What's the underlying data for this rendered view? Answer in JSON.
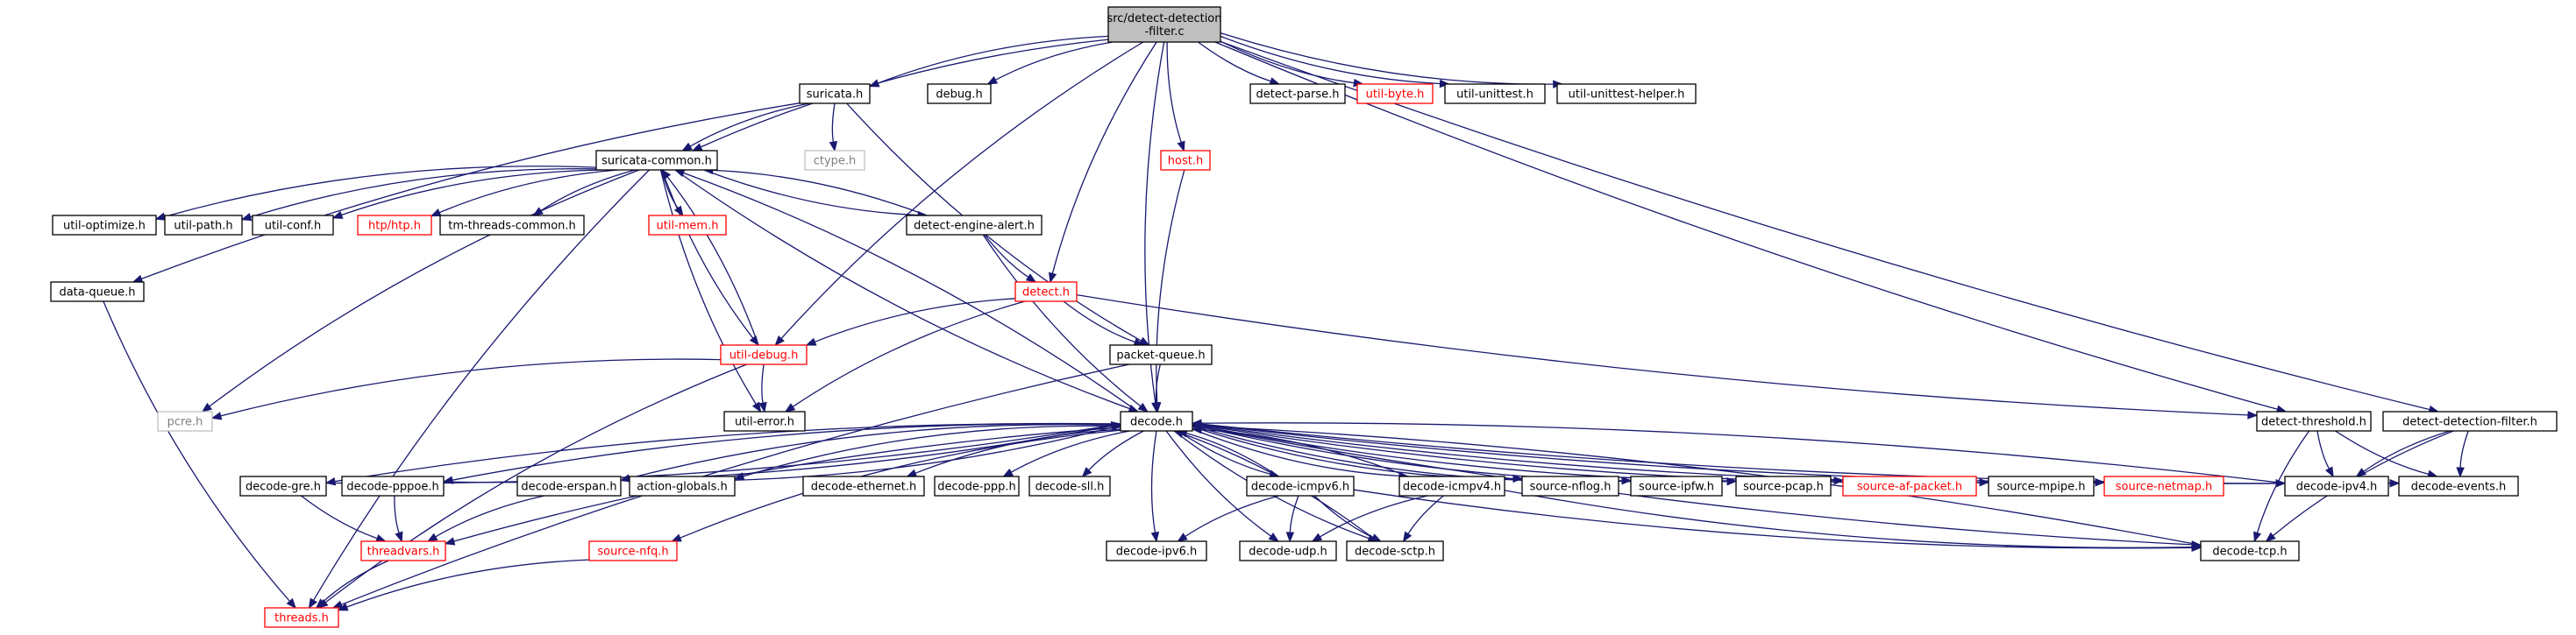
{
  "diagram": {
    "nodes": [
      {
        "id": "root",
        "lines": [
          "src/detect-detection",
          "-filter.c"
        ],
        "style": "root"
      },
      {
        "id": "suricata",
        "lines": [
          "suricata.h"
        ],
        "style": "normal"
      },
      {
        "id": "debug",
        "lines": [
          "debug.h"
        ],
        "style": "normal"
      },
      {
        "id": "detect_parse",
        "lines": [
          "detect-parse.h"
        ],
        "style": "normal"
      },
      {
        "id": "util_byte",
        "lines": [
          "util-byte.h"
        ],
        "style": "red"
      },
      {
        "id": "util_unittest",
        "lines": [
          "util-unittest.h"
        ],
        "style": "normal"
      },
      {
        "id": "util_unittest_helper",
        "lines": [
          "util-unittest-helper.h"
        ],
        "style": "normal"
      },
      {
        "id": "ctype",
        "lines": [
          "ctype.h"
        ],
        "style": "gray"
      },
      {
        "id": "host",
        "lines": [
          "host.h"
        ],
        "style": "red"
      },
      {
        "id": "suricata_common",
        "lines": [
          "suricata-common.h"
        ],
        "style": "normal"
      },
      {
        "id": "util_optimize",
        "lines": [
          "util-optimize.h"
        ],
        "style": "normal"
      },
      {
        "id": "util_path",
        "lines": [
          "util-path.h"
        ],
        "style": "normal"
      },
      {
        "id": "util_conf",
        "lines": [
          "util-conf.h"
        ],
        "style": "normal"
      },
      {
        "id": "htp",
        "lines": [
          "htp/htp.h"
        ],
        "style": "red"
      },
      {
        "id": "tm_threads_common",
        "lines": [
          "tm-threads-common.h"
        ],
        "style": "normal"
      },
      {
        "id": "util_mem",
        "lines": [
          "util-mem.h"
        ],
        "style": "red"
      },
      {
        "id": "detect_engine_alert",
        "lines": [
          "detect-engine-alert.h"
        ],
        "style": "normal"
      },
      {
        "id": "data_queue",
        "lines": [
          "data-queue.h"
        ],
        "style": "normal"
      },
      {
        "id": "detect",
        "lines": [
          "detect.h"
        ],
        "style": "red"
      },
      {
        "id": "util_debug",
        "lines": [
          "util-debug.h"
        ],
        "style": "red"
      },
      {
        "id": "packet_queue",
        "lines": [
          "packet-queue.h"
        ],
        "style": "normal"
      },
      {
        "id": "pcre",
        "lines": [
          "pcre.h"
        ],
        "style": "gray"
      },
      {
        "id": "util_error",
        "lines": [
          "util-error.h"
        ],
        "style": "normal"
      },
      {
        "id": "decode",
        "lines": [
          "decode.h"
        ],
        "style": "normal"
      },
      {
        "id": "detect_threshold",
        "lines": [
          "detect-threshold.h"
        ],
        "style": "normal"
      },
      {
        "id": "detect_detection_filter",
        "lines": [
          "detect-detection-filter.h"
        ],
        "style": "normal"
      },
      {
        "id": "decode_gre",
        "lines": [
          "decode-gre.h"
        ],
        "style": "normal"
      },
      {
        "id": "decode_pppoe",
        "lines": [
          "decode-pppoe.h"
        ],
        "style": "normal"
      },
      {
        "id": "decode_erspan",
        "lines": [
          "decode-erspan.h"
        ],
        "style": "normal"
      },
      {
        "id": "action_globals",
        "lines": [
          "action-globals.h"
        ],
        "style": "normal"
      },
      {
        "id": "decode_ethernet",
        "lines": [
          "decode-ethernet.h"
        ],
        "style": "normal"
      },
      {
        "id": "decode_ppp",
        "lines": [
          "decode-ppp.h"
        ],
        "style": "normal"
      },
      {
        "id": "decode_sll",
        "lines": [
          "decode-sll.h"
        ],
        "style": "normal"
      },
      {
        "id": "decode_icmpv6",
        "lines": [
          "decode-icmpv6.h"
        ],
        "style": "normal"
      },
      {
        "id": "decode_icmpv4",
        "lines": [
          "decode-icmpv4.h"
        ],
        "style": "normal"
      },
      {
        "id": "source_nflog",
        "lines": [
          "source-nflog.h"
        ],
        "style": "normal"
      },
      {
        "id": "source_ipfw",
        "lines": [
          "source-ipfw.h"
        ],
        "style": "normal"
      },
      {
        "id": "source_pcap",
        "lines": [
          "source-pcap.h"
        ],
        "style": "normal"
      },
      {
        "id": "source_af_packet",
        "lines": [
          "source-af-packet.h"
        ],
        "style": "red"
      },
      {
        "id": "source_mpipe",
        "lines": [
          "source-mpipe.h"
        ],
        "style": "normal"
      },
      {
        "id": "source_netmap",
        "lines": [
          "source-netmap.h"
        ],
        "style": "red"
      },
      {
        "id": "decode_ipv4",
        "lines": [
          "decode-ipv4.h"
        ],
        "style": "normal"
      },
      {
        "id": "decode_events",
        "lines": [
          "decode-events.h"
        ],
        "style": "normal"
      },
      {
        "id": "threadvars",
        "lines": [
          "threadvars.h"
        ],
        "style": "red"
      },
      {
        "id": "source_nfq",
        "lines": [
          "source-nfq.h"
        ],
        "style": "red"
      },
      {
        "id": "decode_ipv6",
        "lines": [
          "decode-ipv6.h"
        ],
        "style": "normal"
      },
      {
        "id": "decode_udp",
        "lines": [
          "decode-udp.h"
        ],
        "style": "normal"
      },
      {
        "id": "decode_sctp",
        "lines": [
          "decode-sctp.h"
        ],
        "style": "normal"
      },
      {
        "id": "decode_tcp",
        "lines": [
          "decode-tcp.h"
        ],
        "style": "normal"
      },
      {
        "id": "threads",
        "lines": [
          "threads.h"
        ],
        "style": "red"
      }
    ],
    "edges": [
      [
        "root",
        "suricata"
      ],
      [
        "root",
        "debug"
      ],
      [
        "root",
        "detect_parse"
      ],
      [
        "root",
        "util_byte"
      ],
      [
        "root",
        "util_unittest"
      ],
      [
        "root",
        "util_unittest_helper"
      ],
      [
        "root",
        "host"
      ],
      [
        "root",
        "suricata_common"
      ],
      [
        "root",
        "util_debug"
      ],
      [
        "root",
        "detect"
      ],
      [
        "root",
        "decode"
      ],
      [
        "root",
        "detect_threshold"
      ],
      [
        "root",
        "detect_detection_filter"
      ],
      [
        "suricata",
        "ctype"
      ],
      [
        "suricata",
        "suricata_common"
      ],
      [
        "suricata",
        "data_queue"
      ],
      [
        "suricata",
        "packet_queue"
      ],
      [
        "suricata_common",
        "util_optimize"
      ],
      [
        "suricata_common",
        "util_path"
      ],
      [
        "suricata_common",
        "util_conf"
      ],
      [
        "suricata_common",
        "htp"
      ],
      [
        "suricata_common",
        "tm_threads_common"
      ],
      [
        "suricata_common",
        "util_mem"
      ],
      [
        "suricata_common",
        "detect_engine_alert"
      ],
      [
        "suricata_common",
        "util_debug"
      ],
      [
        "suricata_common",
        "pcre"
      ],
      [
        "suricata_common",
        "util_error"
      ],
      [
        "suricata_common",
        "threads"
      ],
      [
        "suricata_common",
        "decode"
      ],
      [
        "detect_engine_alert",
        "suricata_common"
      ],
      [
        "detect_engine_alert",
        "detect"
      ],
      [
        "detect_engine_alert",
        "decode"
      ],
      [
        "data_queue",
        "threads"
      ],
      [
        "detect",
        "util_debug"
      ],
      [
        "detect",
        "packet_queue"
      ],
      [
        "detect",
        "util_error"
      ],
      [
        "detect",
        "detect_threshold"
      ],
      [
        "util_debug",
        "suricata_common"
      ],
      [
        "util_debug",
        "pcre"
      ],
      [
        "util_debug",
        "util_error"
      ],
      [
        "util_debug",
        "threads"
      ],
      [
        "packet_queue",
        "decode"
      ],
      [
        "packet_queue",
        "threads"
      ],
      [
        "host",
        "decode"
      ],
      [
        "decode",
        "suricata_common"
      ],
      [
        "decode",
        "decode_gre"
      ],
      [
        "decode",
        "decode_pppoe"
      ],
      [
        "decode",
        "decode_erspan"
      ],
      [
        "decode",
        "action_globals"
      ],
      [
        "decode",
        "decode_ethernet"
      ],
      [
        "decode",
        "decode_ppp"
      ],
      [
        "decode",
        "decode_sll"
      ],
      [
        "decode",
        "decode_icmpv6"
      ],
      [
        "decode",
        "decode_icmpv4"
      ],
      [
        "decode",
        "source_nflog"
      ],
      [
        "decode",
        "source_ipfw"
      ],
      [
        "decode",
        "source_pcap"
      ],
      [
        "decode",
        "source_af_packet"
      ],
      [
        "decode",
        "source_mpipe"
      ],
      [
        "decode",
        "source_netmap"
      ],
      [
        "decode",
        "decode_ipv4"
      ],
      [
        "decode",
        "decode_events"
      ],
      [
        "decode",
        "threadvars"
      ],
      [
        "decode",
        "source_nfq"
      ],
      [
        "decode",
        "decode_ipv6"
      ],
      [
        "decode",
        "decode_udp"
      ],
      [
        "decode",
        "decode_sctp"
      ],
      [
        "decode",
        "decode_tcp"
      ],
      [
        "decode_gre",
        "decode"
      ],
      [
        "decode_gre",
        "threadvars"
      ],
      [
        "decode_pppoe",
        "decode"
      ],
      [
        "decode_pppoe",
        "threadvars"
      ],
      [
        "decode_erspan",
        "decode"
      ],
      [
        "decode_erspan",
        "threadvars"
      ],
      [
        "decode_icmpv6",
        "decode"
      ],
      [
        "decode_icmpv6",
        "decode_ipv6"
      ],
      [
        "decode_icmpv6",
        "decode_udp"
      ],
      [
        "decode_icmpv6",
        "decode_sctp"
      ],
      [
        "decode_icmpv6",
        "decode_tcp"
      ],
      [
        "decode_icmpv4",
        "decode"
      ],
      [
        "decode_icmpv4",
        "decode_udp"
      ],
      [
        "decode_icmpv4",
        "decode_sctp"
      ],
      [
        "decode_icmpv4",
        "decode_tcp"
      ],
      [
        "decode_sctp",
        "decode"
      ],
      [
        "decode_tcp",
        "decode"
      ],
      [
        "decode_ipv4",
        "decode"
      ],
      [
        "threadvars",
        "threads"
      ],
      [
        "source_nfq",
        "threads"
      ],
      [
        "detect_threshold",
        "decode_ipv4"
      ],
      [
        "detect_threshold",
        "decode_events"
      ],
      [
        "detect_threshold",
        "decode_tcp"
      ],
      [
        "detect_detection_filter",
        "decode_ipv4"
      ],
      [
        "detect_detection_filter",
        "decode_events"
      ],
      [
        "detect_detection_filter",
        "decode_tcp"
      ]
    ]
  }
}
